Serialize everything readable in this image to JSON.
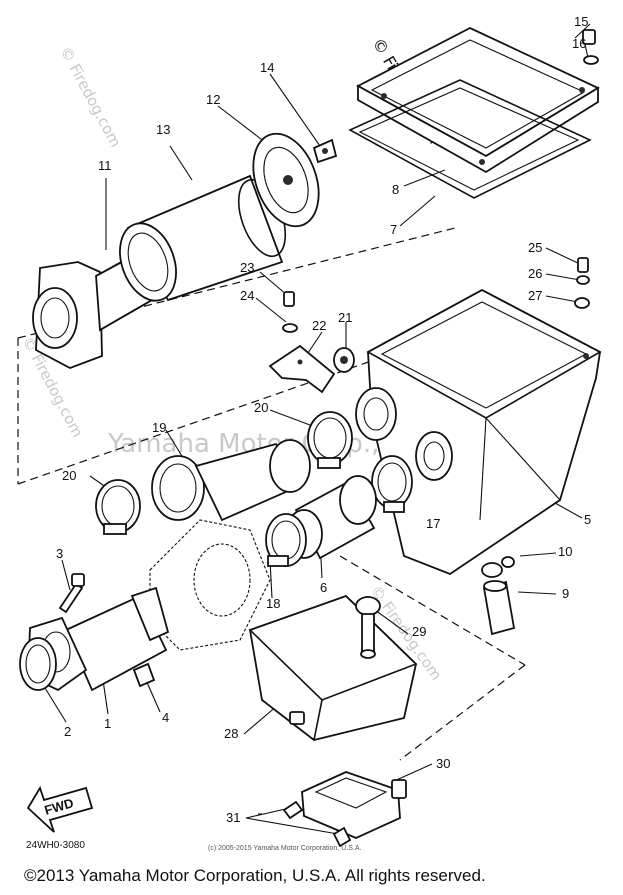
{
  "diagram": {
    "code": "24WH0-3080",
    "small_copyright": "(c) 2005-2015 Yamaha Motor Corporation, U.S.A.",
    "watermark_center": "Yamaha Motor Corp., U.S.A.",
    "watermark_side": "© Firedog.com",
    "fwd_label": "FWD",
    "callouts": [
      "1",
      "2",
      "3",
      "4",
      "5",
      "6",
      "7",
      "8",
      "9",
      "10",
      "11",
      "12",
      "13",
      "14",
      "15",
      "16",
      "17",
      "18",
      "19",
      "20",
      "20",
      "21",
      "22",
      "23",
      "24",
      "25",
      "26",
      "27",
      "28",
      "29",
      "30",
      "31"
    ]
  },
  "footer": {
    "copyright": "©2013 Yamaha Motor Corporation, U.S.A. All rights reserved."
  }
}
